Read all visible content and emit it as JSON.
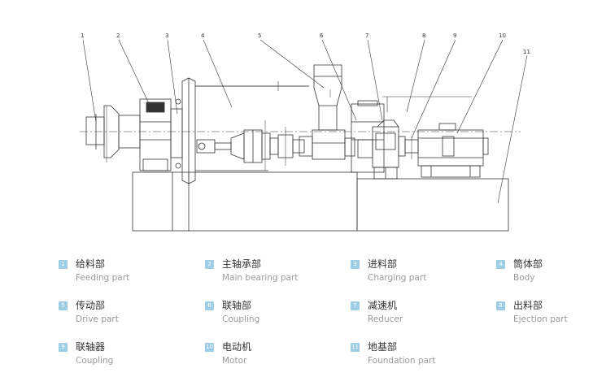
{
  "callout_numbers": [
    "1",
    "2",
    "3",
    "4",
    "5",
    "6",
    "7",
    "8",
    "9",
    "10",
    "11"
  ],
  "legend": [
    {
      "number": "1",
      "zh": "给料部",
      "en": "Feeding part"
    },
    {
      "number": "2",
      "zh": "主轴承部",
      "en": "Main bearing part"
    },
    {
      "number": "3",
      "zh": "进料部",
      "en": "Charging part"
    },
    {
      "number": "4",
      "zh": "筒体部",
      "en": "Body"
    },
    {
      "number": "5",
      "zh": "传动部",
      "en": "Drive part"
    },
    {
      "number": "6",
      "zh": "联轴部",
      "en": "Coupling"
    },
    {
      "number": "7",
      "zh": "减速机",
      "en": "Reducer"
    },
    {
      "number": "8",
      "zh": "出料部",
      "en": "Ejection part"
    },
    {
      "number": "9",
      "zh": "联轴器",
      "en": "Coupling"
    },
    {
      "number": "10",
      "zh": "电动机",
      "en": "Motor"
    },
    {
      "number": "11",
      "zh": "地基部",
      "en": "Foundation part"
    }
  ],
  "colors": {
    "badge": "#9ecde6",
    "line": "#333333",
    "zh_text": "#333333",
    "en_text": "#9a9a9a"
  }
}
